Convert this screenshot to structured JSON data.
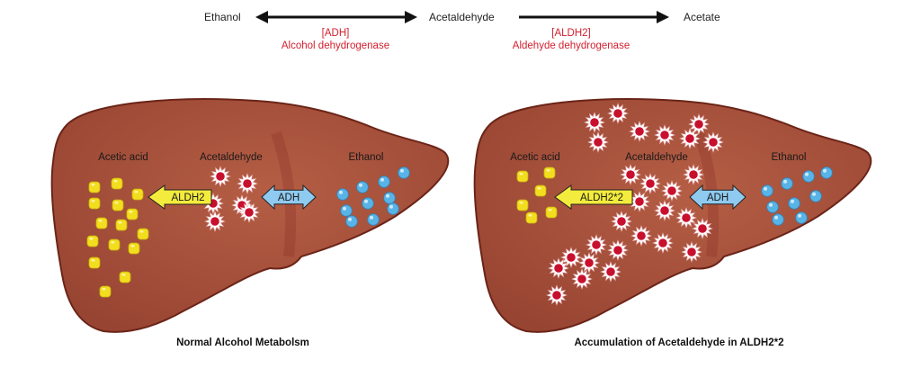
{
  "pathway": {
    "substrate": "Ethanol",
    "intermediate": "Acetaldehyde",
    "product": "Acetate",
    "enzyme1_abbr": "[ADH]",
    "enzyme1_name": "Alcohol dehydrogenase",
    "enzyme2_abbr": "[ALDH2]",
    "enzyme2_name": "Aldehyde dehydrogenase"
  },
  "panels": [
    {
      "caption": "Normal Alcohol Metabolsm",
      "acetic_label": "Acetic acid",
      "acetaldehyde_label": "Acetaldehyde",
      "ethanol_label": "Ethanol",
      "aldh_label": "ALDH2",
      "adh_label": "ADH",
      "acetic_count": 15,
      "acetaldehyde_count": 6,
      "ethanol_count": 10
    },
    {
      "caption": "Accumulation of Acetaldehyde in ALDH2*2",
      "acetic_label": "Acetic acid",
      "acetaldehyde_label": "Acetaldehyde",
      "ethanol_label": "Ethanol",
      "aldh_label": "ALDH2*2",
      "adh_label": "ADH",
      "acetic_count": 6,
      "acetaldehyde_count": 28,
      "ethanol_count": 9
    }
  ],
  "colors": {
    "enzyme_text": "#d3202e",
    "liver_fill": "#a8503a",
    "liver_stroke": "#6b2418",
    "acetic_acid": "#f2dd1f",
    "ethanol": "#58b3e6",
    "acetaldehyde": "#c8102e",
    "aldh_arrow": "#f4ec3d",
    "adh_arrow": "#8fcaf0"
  }
}
